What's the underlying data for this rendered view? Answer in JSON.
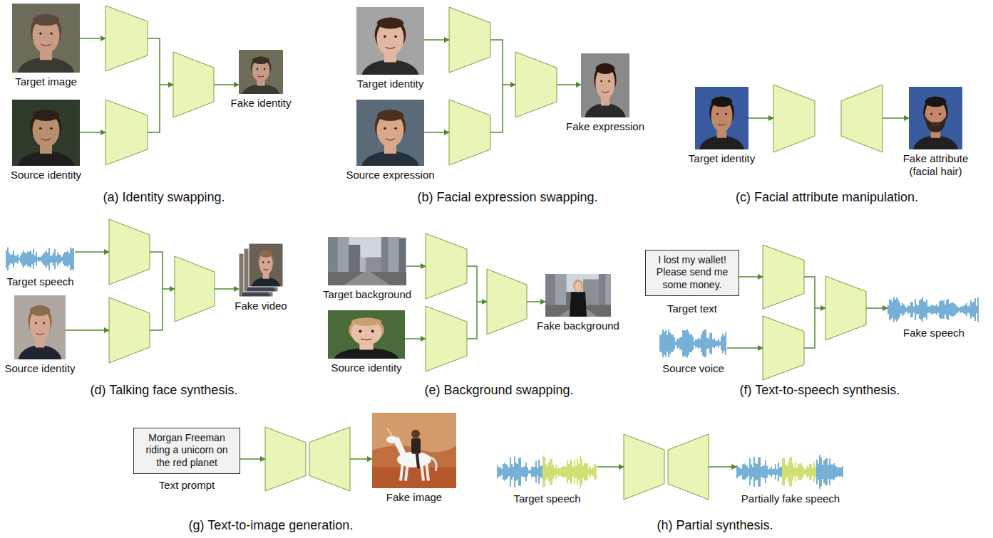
{
  "diagram": {
    "nodes": [
      {
        "text": [
          "Target image"
        ]
      },
      {
        "text": [
          "Source identity"
        ]
      },
      {
        "text": [
          "Fake identity"
        ]
      },
      {
        "text": [
          "Target identity"
        ]
      },
      {
        "text": [
          "Source expression"
        ]
      },
      {
        "text": [
          "Fake expression"
        ]
      },
      {
        "text": [
          "Target identity"
        ]
      },
      {
        "text": [
          "Fake attribute (facial hair)"
        ]
      },
      {
        "text": [
          "Target speech"
        ]
      },
      {
        "text": [
          "Source identity"
        ]
      },
      {
        "text": [
          "Fake video"
        ]
      },
      {
        "text": [
          "Target background"
        ]
      },
      {
        "text": [
          "Source identity"
        ]
      },
      {
        "text": [
          "Fake background"
        ]
      },
      {
        "text": [
          "I lost my wallet! Please send me some money.",
          "Target text"
        ]
      },
      {
        "text": [
          "Source voice"
        ]
      },
      {
        "text": [
          "Fake speech"
        ]
      },
      {
        "text": [
          "Morgan Freeman riding a unicorn on the red planet",
          "Text prompt"
        ]
      },
      {
        "text": [
          "Fake image"
        ]
      },
      {
        "text": [
          "Target speech"
        ]
      },
      {
        "text": [
          "Partially fake speech"
        ]
      }
    ],
    "labels": [
      "(a) Identity swapping.",
      "(b) Facial expression swapping.",
      "(c) Facial attribute manipulation.",
      "(d) Talking face synthesis.",
      "(e) Background swapping.",
      "(f) Text-to-speech synthesis.",
      "(g) Text-to-image generation.",
      "(h) Partial synthesis."
    ]
  }
}
